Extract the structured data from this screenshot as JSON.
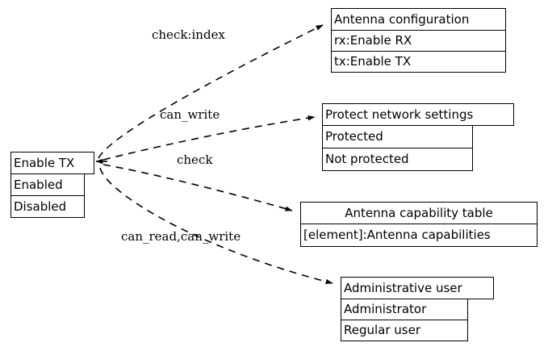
{
  "diagram": {
    "type": "record-graph",
    "background": "#ffffff",
    "stroke": "#000000",
    "source_node": {
      "header": "Enable TX",
      "rows": [
        "Enabled",
        "Disabled"
      ]
    },
    "target_nodes": [
      {
        "header": "Antenna configuration",
        "header_align": "left",
        "rows": [
          "rx:Enable RX",
          "tx:Enable TX"
        ]
      },
      {
        "header": "Protect network settings",
        "header_align": "left",
        "rows": [
          "Protected",
          "Not protected"
        ]
      },
      {
        "header": "Antenna capability table",
        "header_align": "center",
        "rows": [
          "[element]:Antenna capabilities"
        ]
      },
      {
        "header": "Administrative user",
        "header_align": "left",
        "rows": [
          "Administrator",
          "Regular user"
        ]
      }
    ],
    "edges": [
      {
        "label": "check:index",
        "target": "Antenna configuration"
      },
      {
        "label": "can_write",
        "target": "Protect network settings"
      },
      {
        "label": "check",
        "target": "Antenna capability table"
      },
      {
        "label": "can_read,can_write",
        "target": "Administrative user"
      }
    ]
  }
}
